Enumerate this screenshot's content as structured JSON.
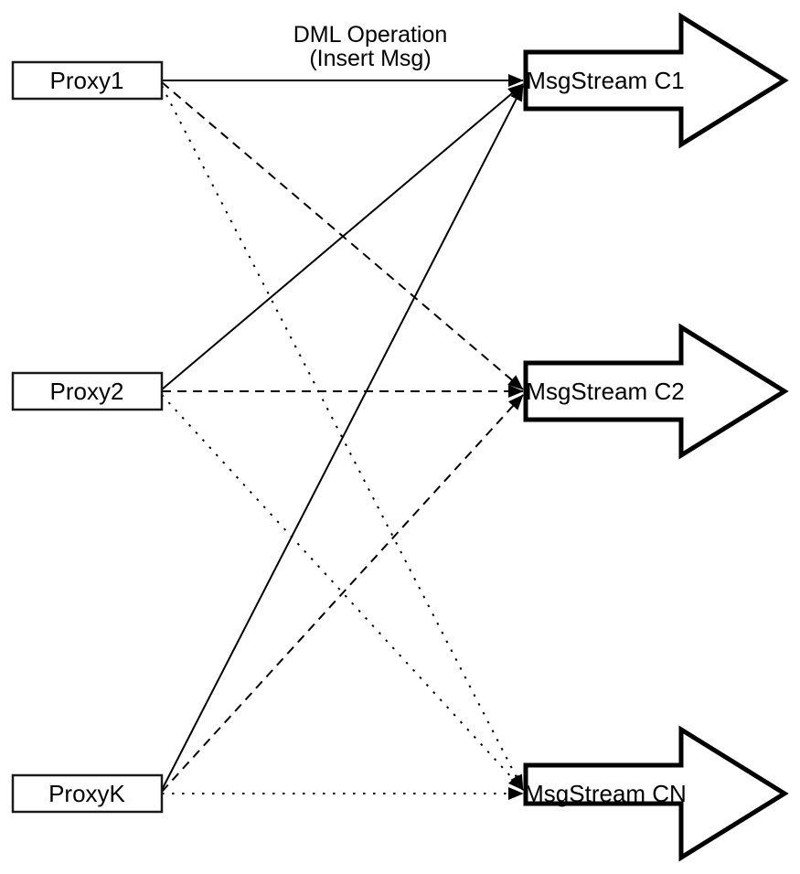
{
  "diagram": {
    "edge_label": {
      "line1": "DML Operation",
      "line2": "(Insert Msg)"
    },
    "proxies": [
      {
        "id": "proxy1",
        "label": "Proxy1"
      },
      {
        "id": "proxy2",
        "label": "Proxy2"
      },
      {
        "id": "proxyk",
        "label": "ProxyK"
      }
    ],
    "streams": [
      {
        "id": "c1",
        "label": "MsgStream C1"
      },
      {
        "id": "c2",
        "label": "MsgStream C2"
      },
      {
        "id": "cn",
        "label": "MsgStream CN"
      }
    ],
    "edges": [
      {
        "from": "Proxy1",
        "to": "MsgStream C1",
        "style": "solid"
      },
      {
        "from": "Proxy1",
        "to": "MsgStream C2",
        "style": "dashed"
      },
      {
        "from": "Proxy1",
        "to": "MsgStream CN",
        "style": "dotted"
      },
      {
        "from": "Proxy2",
        "to": "MsgStream C1",
        "style": "solid"
      },
      {
        "from": "Proxy2",
        "to": "MsgStream C2",
        "style": "dashed"
      },
      {
        "from": "Proxy2",
        "to": "MsgStream CN",
        "style": "dotted"
      },
      {
        "from": "ProxyK",
        "to": "MsgStream C1",
        "style": "solid"
      },
      {
        "from": "ProxyK",
        "to": "MsgStream C2",
        "style": "dashed"
      },
      {
        "from": "ProxyK",
        "to": "MsgStream CN",
        "style": "dotted"
      }
    ],
    "colors": {
      "ink": "#000000",
      "background": "#ffffff"
    }
  }
}
